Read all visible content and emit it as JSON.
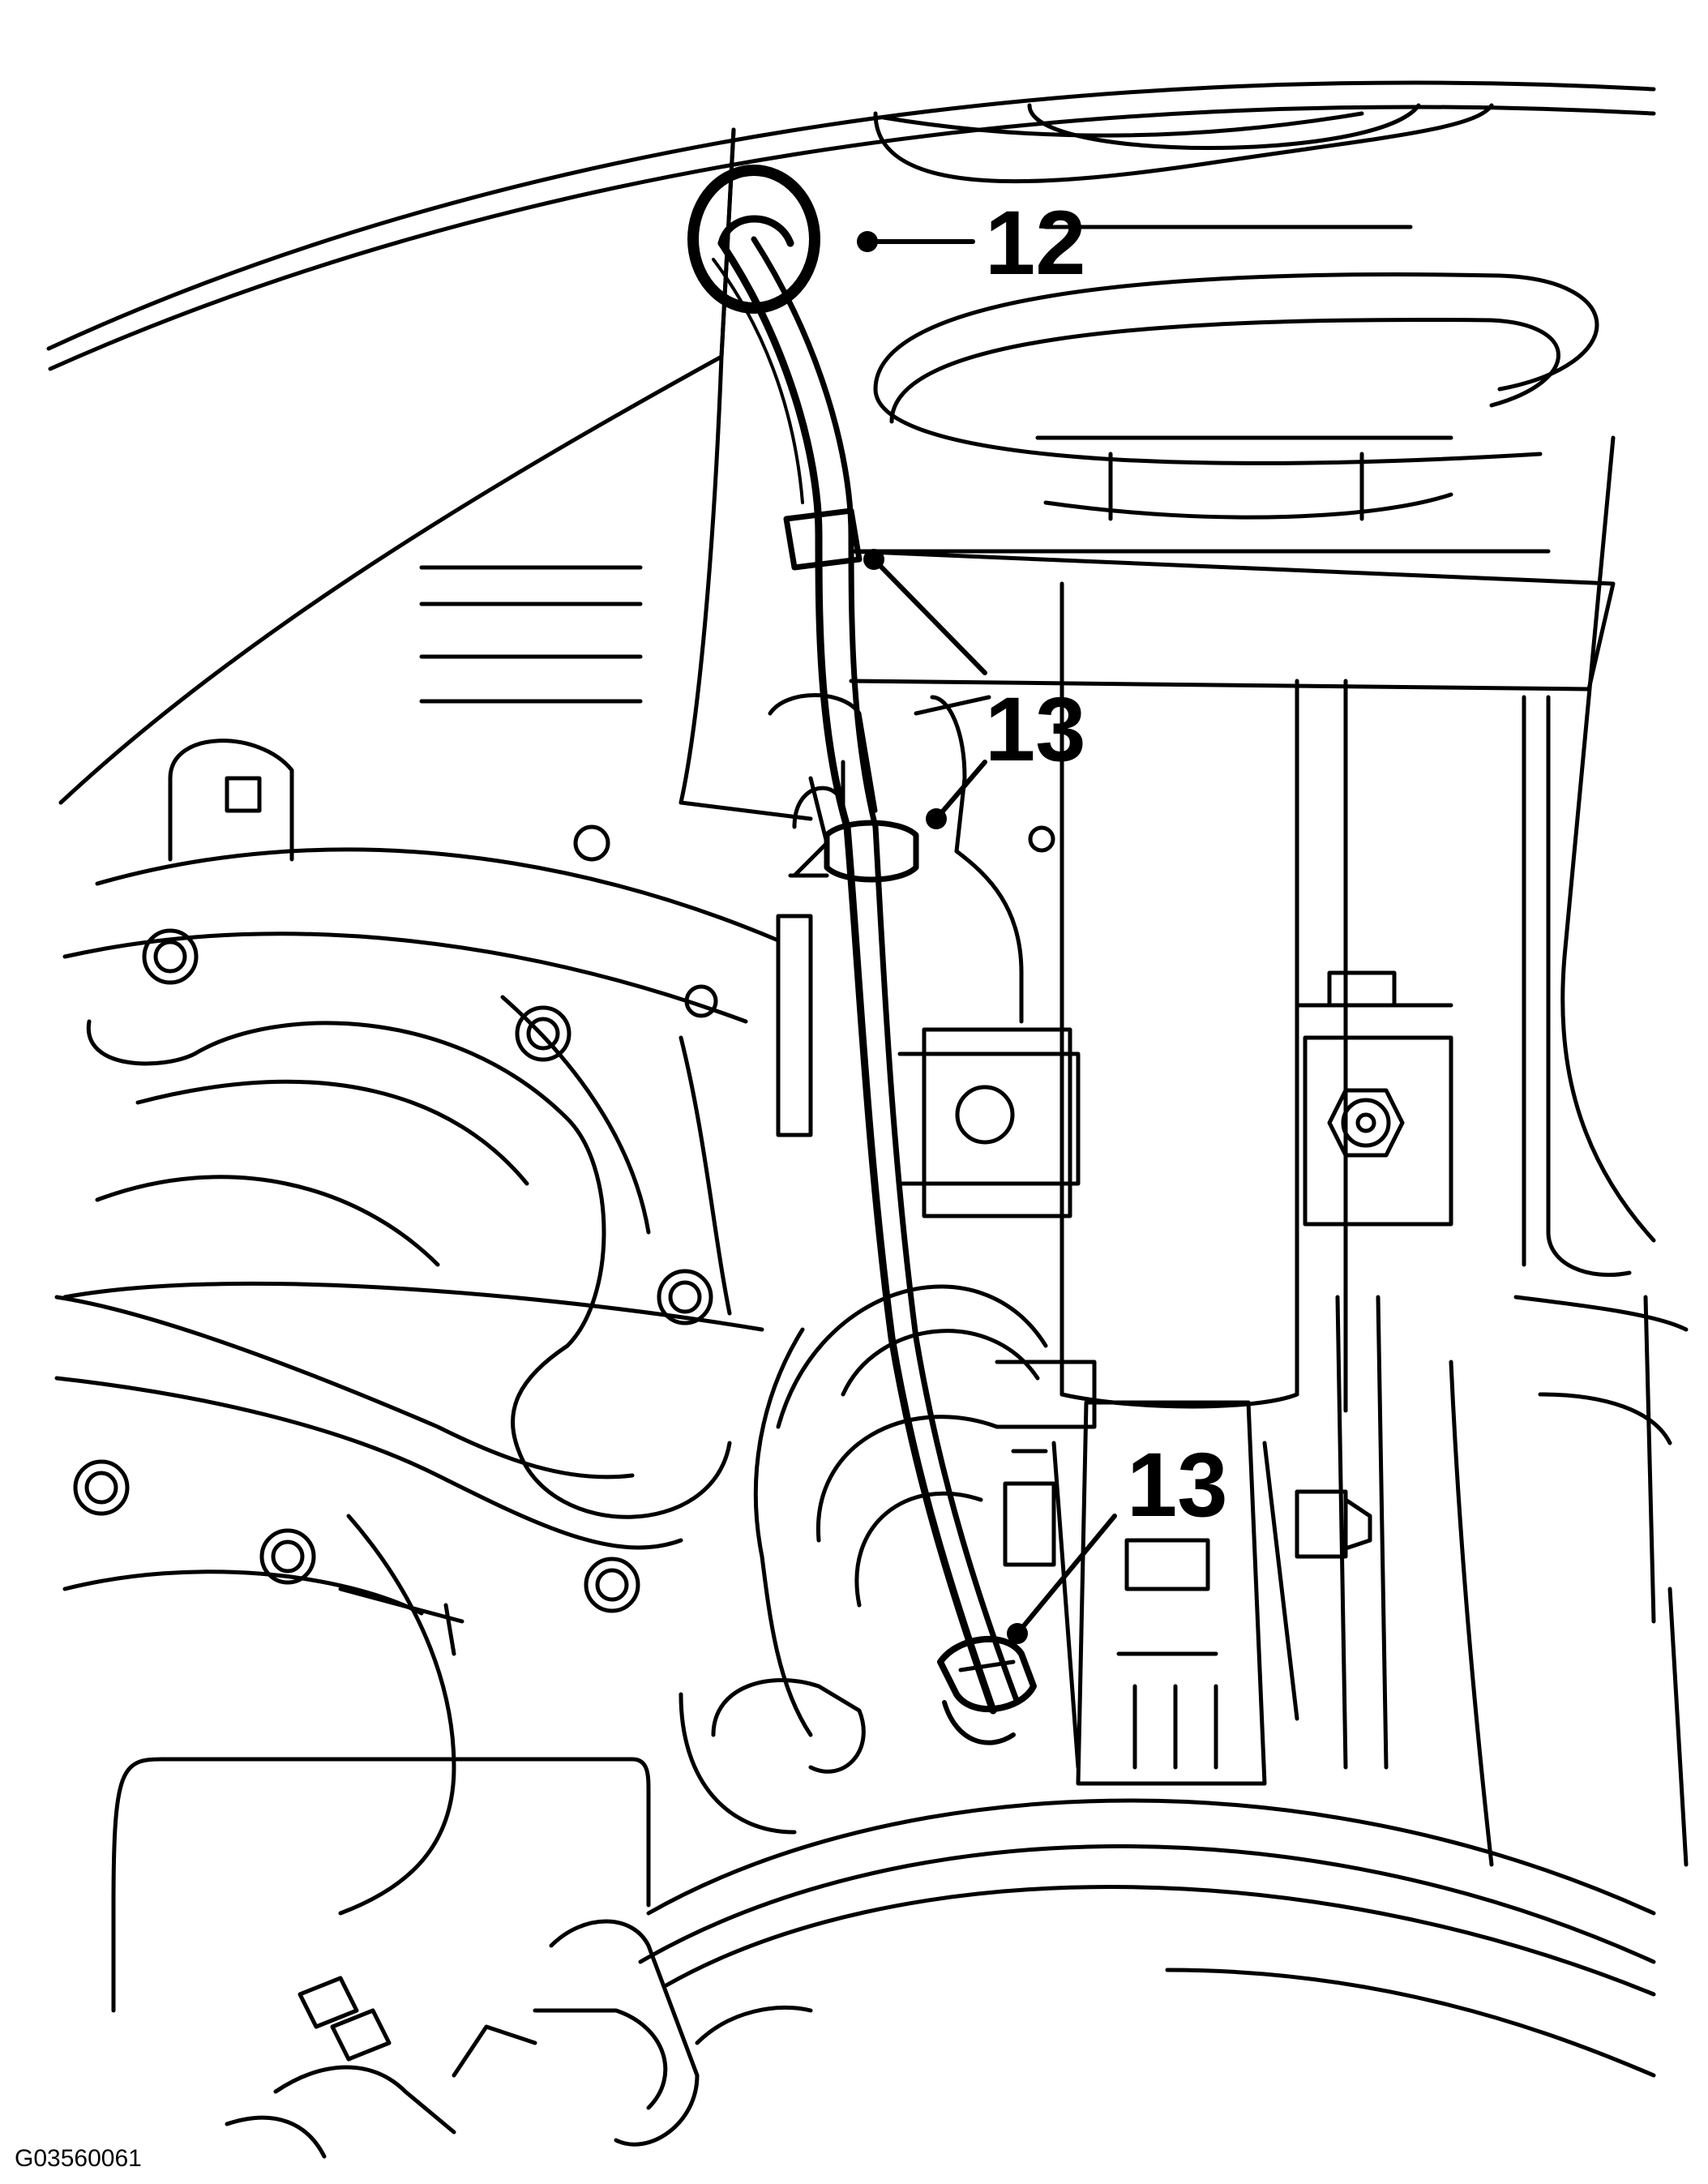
{
  "callouts": [
    {
      "label": "12"
    },
    {
      "label": "13"
    },
    {
      "label": "13"
    }
  ],
  "figure_id": "G03560061",
  "colors": {
    "ink": "#000000",
    "paper": "#ffffff"
  }
}
